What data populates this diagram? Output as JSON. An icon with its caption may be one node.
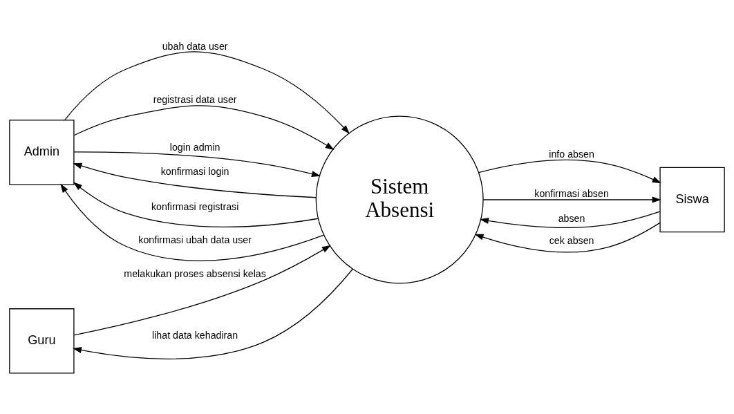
{
  "diagram": {
    "nodes": [
      {
        "text": [
          "Admin"
        ]
      },
      {
        "text": [
          "Sistem Absensi"
        ]
      },
      {
        "text": [
          "Siswa"
        ]
      },
      {
        "text": [
          "Guru"
        ]
      }
    ],
    "edges": [
      {
        "from": 0,
        "to": 1,
        "arrow": "to",
        "label": "ubah data user"
      },
      {
        "from": 0,
        "to": 1,
        "arrow": "to",
        "label": "registrasi data user"
      },
      {
        "from": 0,
        "to": 1,
        "arrow": "to",
        "label": "login admin"
      },
      {
        "from": 2,
        "to": 1,
        "arrow": "to",
        "label": "absen"
      },
      {
        "from": 2,
        "to": 1,
        "arrow": "to",
        "label": "cek absen"
      },
      {
        "from": 1,
        "to": 2,
        "arrow": "to",
        "label": "info absen"
      },
      {
        "from": 1,
        "to": 2,
        "arrow": "to",
        "label": "konfirmasi absen"
      },
      {
        "from": 1,
        "to": 0,
        "arrow": "to",
        "label": "konfirmasi login"
      },
      {
        "from": 1,
        "to": 0,
        "arrow": "to",
        "label": "konfirmasi registrasi"
      },
      {
        "from": 1,
        "to": 0,
        "arrow": "to",
        "label": "konfirmasi ubah data user"
      },
      {
        "from": 3,
        "to": 1,
        "arrow": "to",
        "label": "melakukan proses absensi kelas"
      },
      {
        "from": 1,
        "to": 3,
        "arrow": "to",
        "label": "lihat data kehadiran"
      }
    ]
  }
}
